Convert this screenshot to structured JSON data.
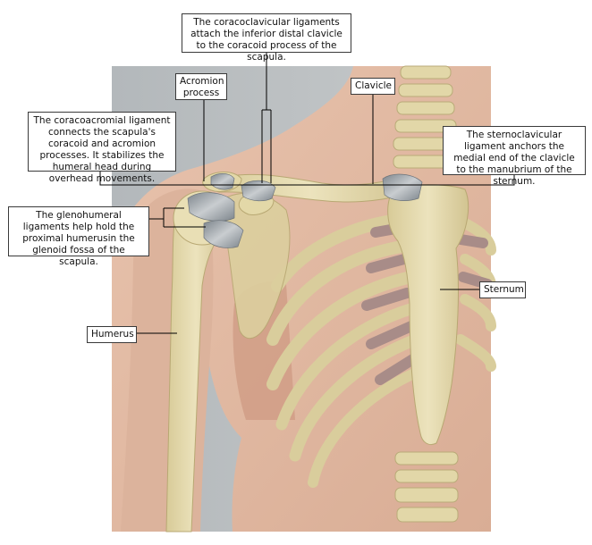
{
  "labels": {
    "coracoclavicular": "The coracoclavicular ligaments attach the inferior distal clavicle to the coracoid process of the scapula.",
    "acromion": "Acromion process",
    "clavicle": "Clavicle",
    "coracoacromial": "The coracoacromial ligament connects the scapula's coracoid and acromion processes. It stabilizes the humeral head during overhead movements.",
    "sternoclavicular": "The sternoclavicular ligament anchors the medial end of the clavicle to the manubrium of the sternum.",
    "glenohumeral": "The glenohumeral ligaments help hold the proximal humerusin the glenoid fossa of the scapula.",
    "sternum": "Sternum",
    "humerus": "Humerus"
  },
  "colors": {
    "background_panel": "#b9bec1",
    "skin": "#e2b9a2",
    "bone": "#e6dcb0",
    "bone_shadow": "#c9bb86",
    "cartilage": "#a88c88",
    "ligament": "#8f969c",
    "muscle_shadow": "#c98f78",
    "leader_line": "#000000"
  }
}
